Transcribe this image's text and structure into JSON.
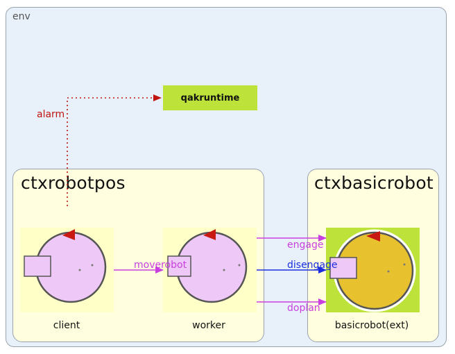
{
  "env": {
    "label": "env"
  },
  "runtime": {
    "label": "qakruntime"
  },
  "contexts": [
    {
      "title": "ctxrobotpos"
    },
    {
      "title": "ctxbasicrobot"
    }
  ],
  "actors": [
    {
      "name": "client",
      "color": "#eec8f6"
    },
    {
      "name": "worker",
      "color": "#eec8f6"
    },
    {
      "name": "basicrobot(ext)",
      "color": "#e8c12e"
    }
  ],
  "messages": {
    "alarm": {
      "label": "alarm",
      "color": "#c0140f"
    },
    "moverobot": {
      "label": "moverobot",
      "color": "#c93fe0"
    },
    "engage": {
      "label": "engage",
      "color": "#c93fe0"
    },
    "disengage": {
      "label": "disengage",
      "color": "#1a2ee0"
    },
    "doplan": {
      "label": "doplan",
      "color": "#c93fe0"
    }
  },
  "colors": {
    "env_bg": "#e8f1fa",
    "context_bg": "#ffffdf",
    "runtime_bg": "#bde23a",
    "actor_frame": "#ffffc8",
    "ext_frame": "#bde23a"
  }
}
